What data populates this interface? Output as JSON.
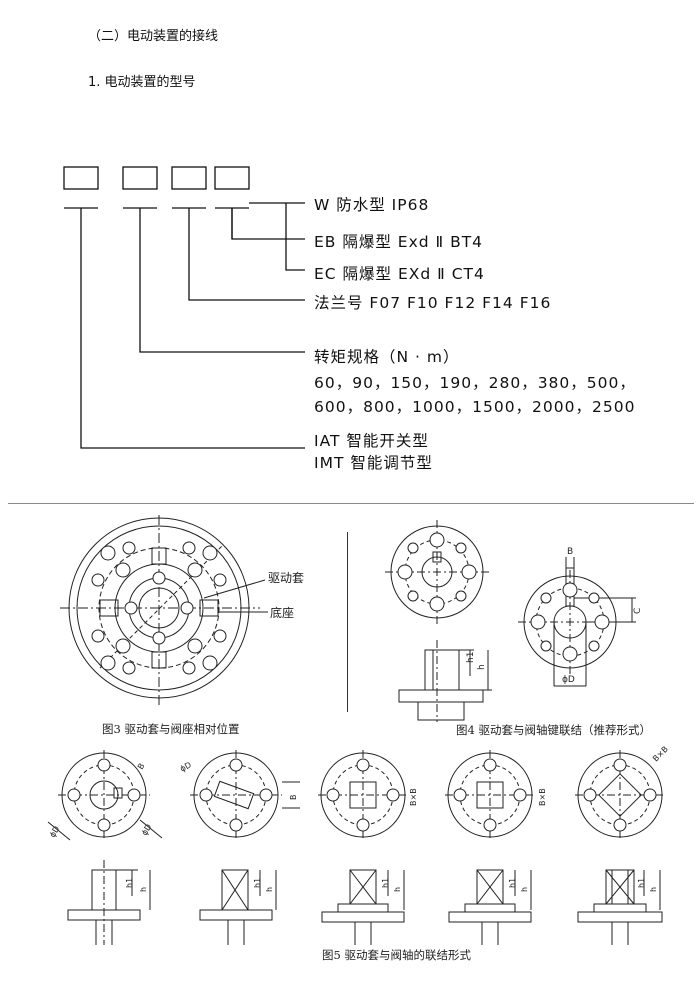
{
  "section_title": "（二）电动装置的接线",
  "subsection_title": "1. 电动装置的型号",
  "model_code": {
    "options": [
      {
        "label": "W  防水型  IP68"
      },
      {
        "label": "EB  隔爆型  Exd Ⅱ BT4"
      },
      {
        "label": "EC  隔爆型  EXd Ⅱ CT4"
      },
      {
        "label": "法兰号   F07   F10   F12   F14   F16"
      },
      {
        "label": "转矩规格（N · m）",
        "values": [
          "60，90，150，190，280，380，500，",
          "600，800，1000，1500，2000，2500"
        ]
      },
      {
        "label": "IAT  智能开关型",
        "second": "IMT 智能调节型"
      }
    ]
  },
  "figures": {
    "fig3": {
      "caption": "图3   驱动套与阀座相对位置",
      "callouts": [
        "驱动套",
        "底座"
      ]
    },
    "fig4": {
      "caption": "图4   驱动套与阀轴键联结（推荐形式）",
      "dims": {
        "B": "B",
        "C": "C",
        "phiD": "ϕD",
        "h1": "h1",
        "h": "h"
      }
    },
    "fig5": {
      "caption": "图5   驱动套与阀轴的联结形式",
      "dims": {
        "B": "B",
        "BxB": "B×B",
        "phiD": "ϕD",
        "h1": "h1",
        "h": "h"
      }
    }
  }
}
